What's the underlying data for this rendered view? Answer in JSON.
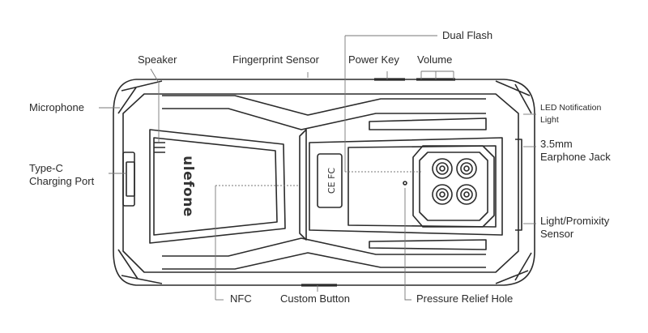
{
  "diagram": {
    "labels": {
      "dual_flash": "Dual Flash",
      "speaker": "Speaker",
      "fingerprint_sensor": "Fingerprint Sensor",
      "power_key": "Power Key",
      "volume": "Volume",
      "microphone": "Microphone",
      "led_notification_light": "LED Notification\nLight",
      "earphone_jack": "3.5mm\nEarphone Jack",
      "type_c_port": "Type-C\nCharging Port",
      "light_proximity_sensor": "Light/Promixity\nSensor",
      "nfc": "NFC",
      "custom_button": "Custom Button",
      "pressure_relief_hole": "Pressure Relief Hole"
    },
    "logo_text": "ulefone",
    "cert_marks": "CE  FC"
  }
}
